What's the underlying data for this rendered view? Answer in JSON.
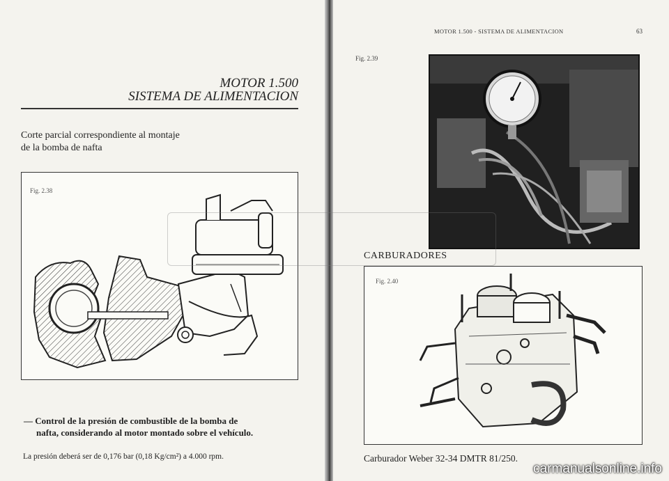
{
  "left_page": {
    "title_line1": "MOTOR 1.500",
    "title_line2": "SISTEMA DE ALIMENTACION",
    "caption_line1": "Corte parcial correspondiente al montaje",
    "caption_line2": "de la bomba de nafta",
    "fig_label": "Fig. 2.38",
    "bullet_line1": "— Control de la presión de combustible de la bomba de",
    "bullet_line2": "nafta, considerando al motor montado sobre el vehículo.",
    "pressure_note": "La presión deberá ser de 0,176 bar (0,18 Kg/cm²) a 4.000 rpm."
  },
  "right_page": {
    "running_head": "MOTOR 1.500 - SISTEMA DE ALIMENTACION",
    "page_number": "63",
    "fig239_label": "Fig. 2.39",
    "section_heading": "CARBURADORES",
    "fig240_label": "Fig. 2.40",
    "carb_caption": "Carburador Weber 32-34 DMTR 81/250."
  },
  "watermark": "carmanualsonline.info"
}
